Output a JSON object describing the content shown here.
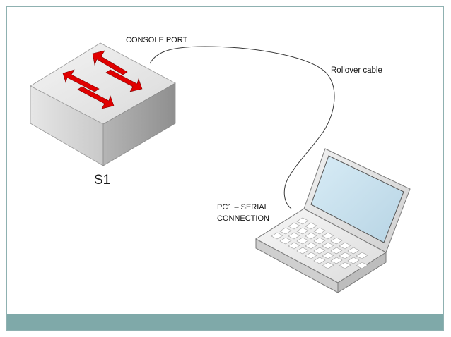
{
  "labels": {
    "console_port": "CONSOLE PORT",
    "rollover_cable": "Rollover cable",
    "pc1_line1": "PC1 – SERIAL",
    "pc1_line2": "CONNECTION",
    "switch_name": "S1"
  },
  "icons": {
    "switch": "switch-icon",
    "laptop": "laptop-icon",
    "cable": "rollover-cable"
  },
  "colors": {
    "frame_border": "#8fb1b1",
    "footer_bar": "#7fa9a9",
    "arrow_red": "#e00000"
  }
}
